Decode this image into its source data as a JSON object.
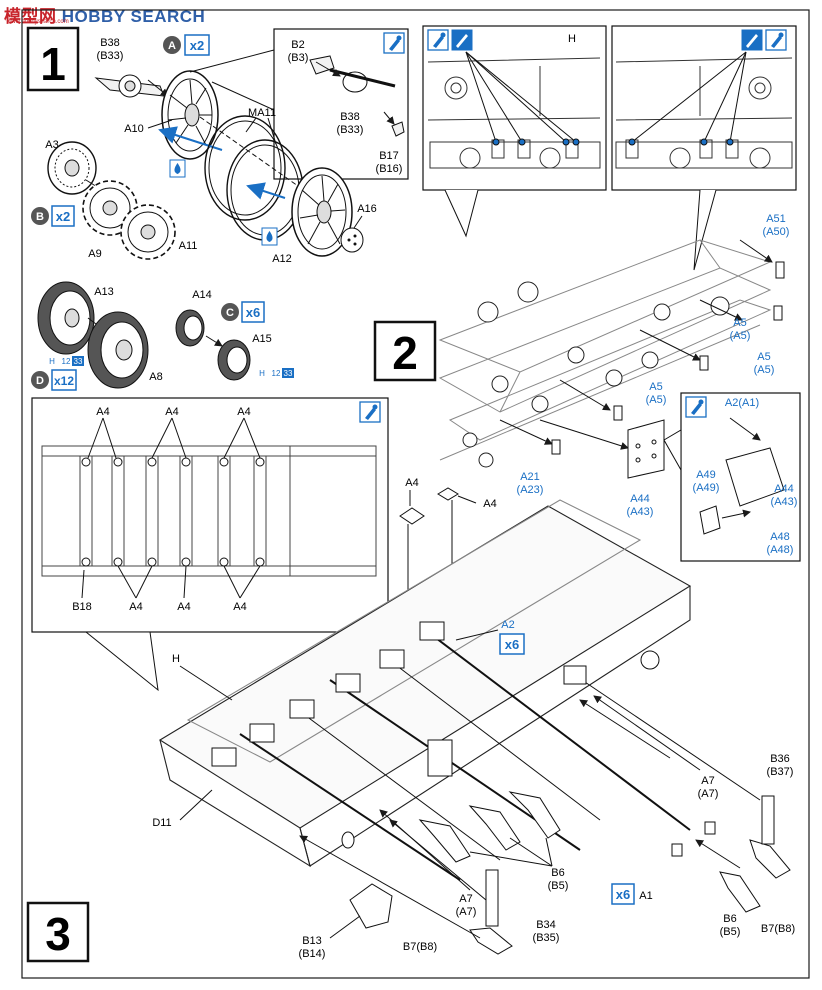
{
  "watermark": {
    "text_cn": "模型网",
    "text_en": "HOBBY SEARCH",
    "url": "www.hobbysearch.com"
  },
  "steps": {
    "s1": "1",
    "s2": "2",
    "s3": "3"
  },
  "step1": {
    "sub_a": {
      "letter": "A",
      "mult": "x2"
    },
    "sub_b": {
      "letter": "B",
      "mult": "x2"
    },
    "sub_c": {
      "letter": "C",
      "mult": "x6"
    },
    "sub_d": {
      "letter": "D",
      "mult": "x12"
    },
    "labels": {
      "b38": "B38",
      "b38_alt": "(B33)",
      "b2": "B2",
      "b2_alt": "(B3)",
      "b38b": "B38",
      "b38b_alt": "(B33)",
      "b17": "B17",
      "b17_alt": "(B16)",
      "a10": "A10",
      "ma11": "MA11",
      "a16": "A16",
      "a12": "A12",
      "a3": "A3",
      "a9": "A9",
      "a11": "A11",
      "a13": "A13",
      "a8": "A8",
      "a14": "A14",
      "a15": "A15",
      "h12_1": "H",
      "h12_1n": "12",
      "h12_1b": "33",
      "h12_2": "H",
      "h12_2n": "12",
      "h12_2b": "33"
    }
  },
  "step2": {
    "labels": {
      "h": "H",
      "a51": "A51",
      "a51_alt": "(A50)",
      "a5_1": "A5",
      "a5_1_alt": "(A5)",
      "a5_2": "A5",
      "a5_2_alt": "(A5)",
      "a5_3": "A5",
      "a5_3_alt": "(A5)",
      "a21": "A21",
      "a21_alt": "(A23)",
      "a44": "A44",
      "a44_alt": "(A43)",
      "a2a1": "A2(A1)",
      "a49": "A49",
      "a49_alt": "(A49)",
      "a44b": "A44",
      "a44b_alt": "(A43)",
      "a48": "A48",
      "a48_alt": "(A48)"
    }
  },
  "step3": {
    "labels": {
      "a4_t1": "A4",
      "a4_t2": "A4",
      "a4_t3": "A4",
      "b18": "B18",
      "a4_b1": "A4",
      "a4_b2": "A4",
      "a4_b3": "A4",
      "a4_m1": "A4",
      "a4_m2": "A4",
      "a2": "A2",
      "a2_mult": "x6",
      "h": "H",
      "d11": "D11",
      "b36": "B36",
      "b36_alt": "(B37)",
      "a7_1": "A7",
      "a7_1_alt": "(A7)",
      "a7_2": "A7",
      "a7_2_alt": "(A7)",
      "b6_1": "B6",
      "b6_1_alt": "(B5)",
      "b6_2": "B6",
      "b6_2_alt": "(B5)",
      "a1": "A1",
      "a1_mult": "x6",
      "b34": "B34",
      "b34_alt": "(B35)",
      "b7_1": "B7(B8)",
      "b7_2": "B7(B8)",
      "b13": "B13",
      "b13_alt": "(B14)"
    }
  },
  "colors": {
    "blue": "#1a6fc4",
    "ink": "#1a1a1a",
    "grey": "#9a9a9a"
  }
}
